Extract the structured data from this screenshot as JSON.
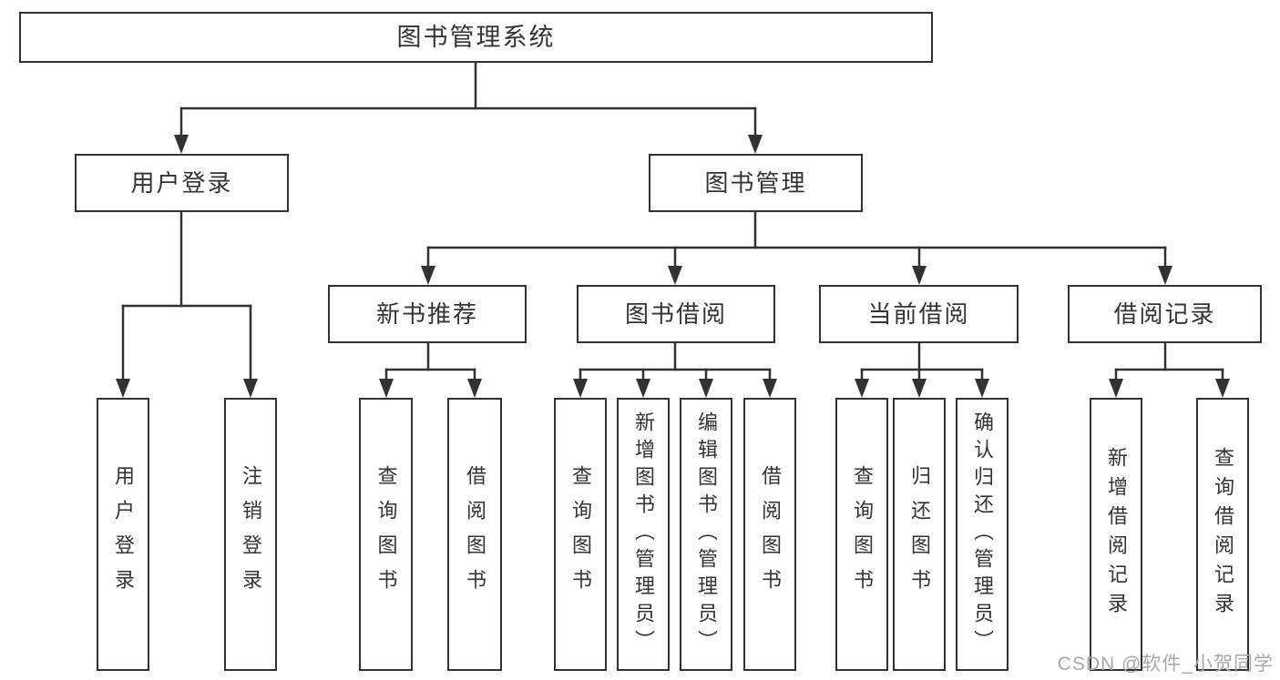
{
  "root": {
    "label": "图书管理系统"
  },
  "level2": [
    {
      "label": "用户登录"
    },
    {
      "label": "图书管理"
    }
  ],
  "level3": [
    {
      "label": "新书推荐"
    },
    {
      "label": "图书借阅"
    },
    {
      "label": "当前借阅"
    },
    {
      "label": "借阅记录"
    }
  ],
  "leaves": {
    "user_login": [
      "用户登录",
      "注销登录"
    ],
    "new_book": [
      "查询图书",
      "借阅图书"
    ],
    "book_borrow": [
      "查询图书",
      "新增图书（管理员）",
      "编辑图书（管理员）",
      "借阅图书"
    ],
    "current_borrow": [
      "查询图书",
      "归还图书",
      "确认归还（管理员）"
    ],
    "borrow_record": [
      "新增借阅记录",
      "查询借阅记录"
    ]
  },
  "watermark": "CSDN @软件_小贺同学",
  "colors": {
    "line": "#323232",
    "box_border": "#323232",
    "text": "#333333",
    "watermark": "#a8a8a8"
  }
}
